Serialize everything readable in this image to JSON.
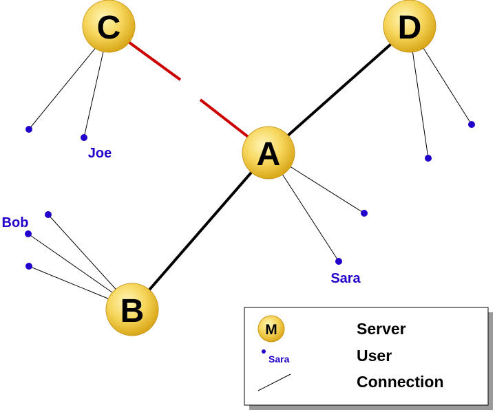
{
  "colors": {
    "user_dot": "#2200cc",
    "user_label": "#2200cc",
    "server_fill_light": "#fff6b8",
    "server_fill_dark": "#e0b020",
    "backbone": "#000000",
    "broken_link": "#cc0000",
    "legend_shadow": "#9a9a9a"
  },
  "servers": [
    {
      "id": "A",
      "label": "A"
    },
    {
      "id": "B",
      "label": "B"
    },
    {
      "id": "C",
      "label": "C"
    },
    {
      "id": "D",
      "label": "D"
    }
  ],
  "users": [
    {
      "server": "C",
      "label": ""
    },
    {
      "server": "C",
      "label": "Joe"
    },
    {
      "server": "D",
      "label": ""
    },
    {
      "server": "D",
      "label": ""
    },
    {
      "server": "A",
      "label": ""
    },
    {
      "server": "A",
      "label": "Sara"
    },
    {
      "server": "B",
      "label": "Bob"
    },
    {
      "server": "B",
      "label": ""
    },
    {
      "server": "B",
      "label": ""
    }
  ],
  "links": [
    {
      "from": "A",
      "to": "D",
      "status": "ok"
    },
    {
      "from": "A",
      "to": "B",
      "status": "ok"
    },
    {
      "from": "C",
      "to": "A",
      "status": "broken"
    }
  ],
  "legend": {
    "server_sample_label": "M",
    "server_text": "Server",
    "user_sample_label": "Sara",
    "user_text": "User",
    "connection_text": "Connection"
  }
}
